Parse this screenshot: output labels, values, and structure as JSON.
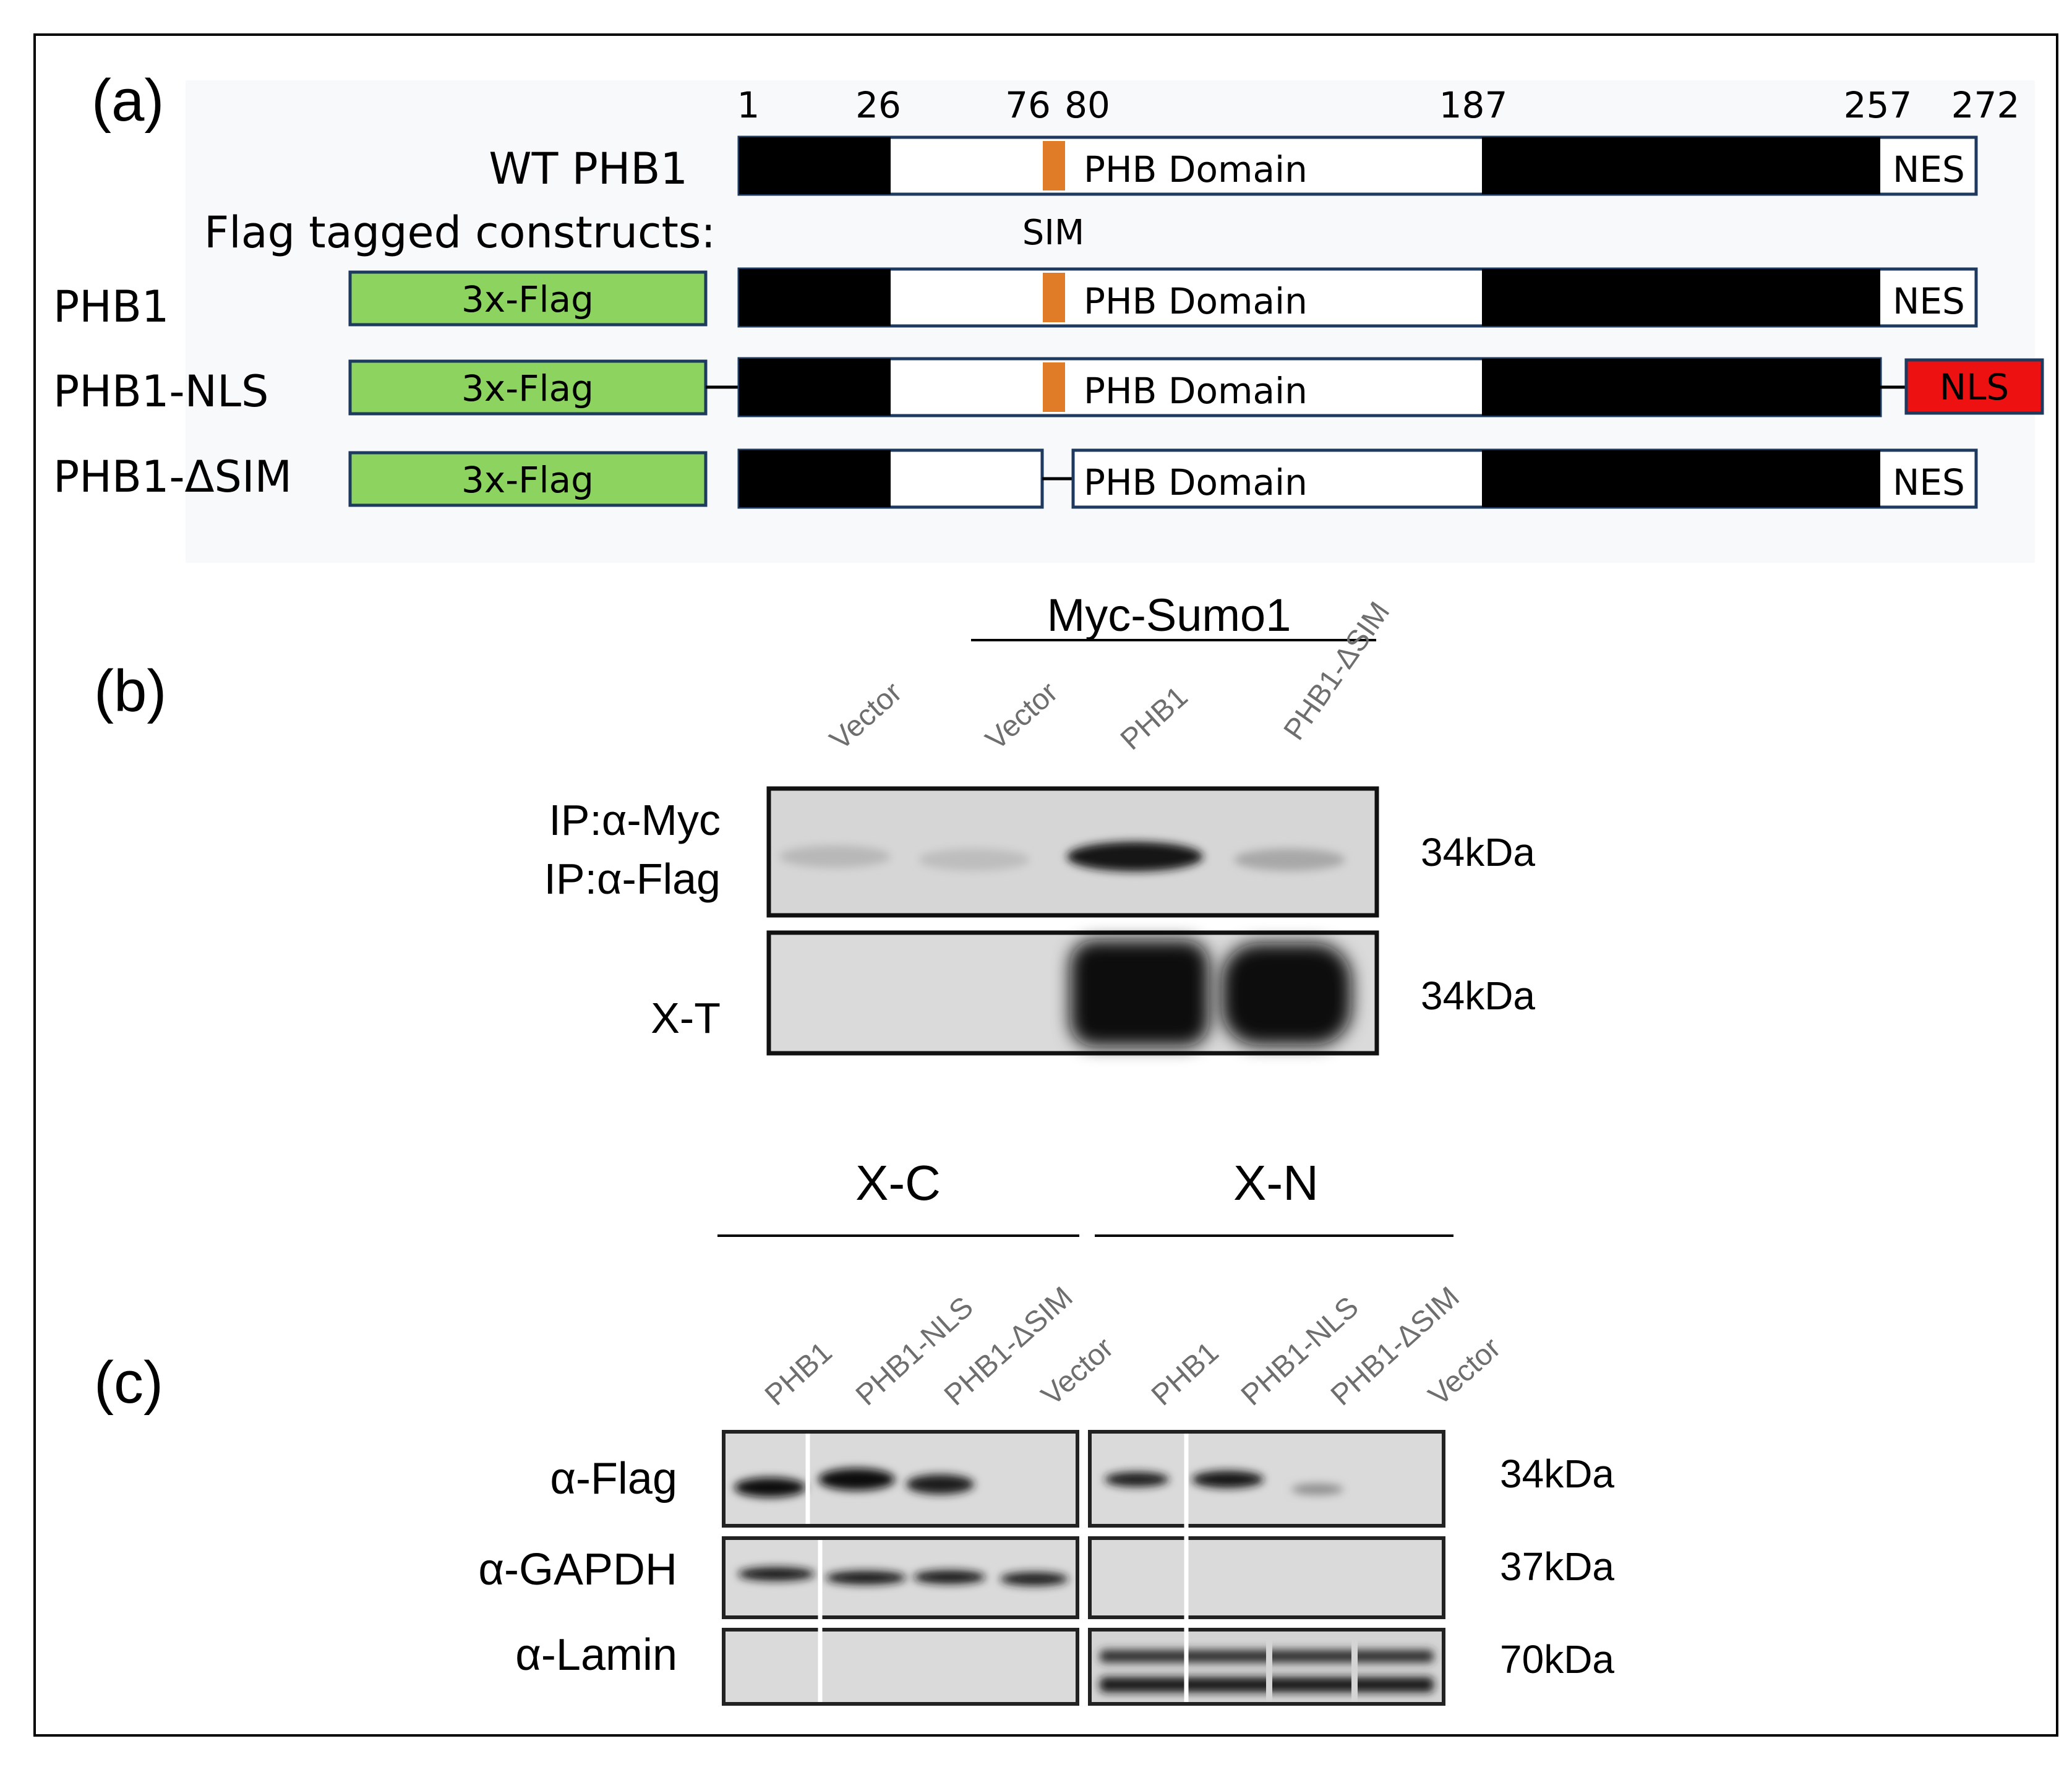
{
  "panels": {
    "a": "(a)",
    "b": "(b)",
    "c": "(c)"
  },
  "panel_a": {
    "positions": [
      "1",
      "26",
      "76",
      "80",
      "187",
      "257",
      "272"
    ],
    "wt_label": "WT PHB1",
    "constructs_header": "Flag tagged constructs:",
    "sim_label": "SIM",
    "domain_label": "PHB Domain",
    "nes_label": "NES",
    "nls_label": "NLS",
    "flag_label": "3x-Flag",
    "rows": [
      "PHB1",
      "PHB1-NLS",
      "PHB1-ΔSIM"
    ],
    "colors": {
      "flag": "#8dd35f",
      "sim": "#e07b28",
      "nls": "#ee1111",
      "dark": "#000000",
      "outline": "#1f3a5f"
    }
  },
  "panel_b": {
    "group": "Myc-Sumo1",
    "lanes": [
      "Vector",
      "Vector",
      "PHB1",
      "PHB1-ΔSIM"
    ],
    "row1_label_1": "IP:α-Myc",
    "row1_label_2": "IP:α-Flag",
    "row2_label": "X-T",
    "size1": "34kDa",
    "size2": "34kDa"
  },
  "panel_c": {
    "group_left": "X-C",
    "group_right": "X-N",
    "lanes_left": [
      "PHB1",
      "PHB1-NLS",
      "PHB1-ΔSIM",
      "Vector"
    ],
    "lanes_right": [
      "PHB1",
      "PHB1-NLS",
      "PHB1-ΔSIM",
      "Vector"
    ],
    "rows": [
      "α-Flag",
      "α-GAPDH",
      "α-Lamin"
    ],
    "sizes": [
      "34kDa",
      "37kDa",
      "70kDa"
    ]
  }
}
